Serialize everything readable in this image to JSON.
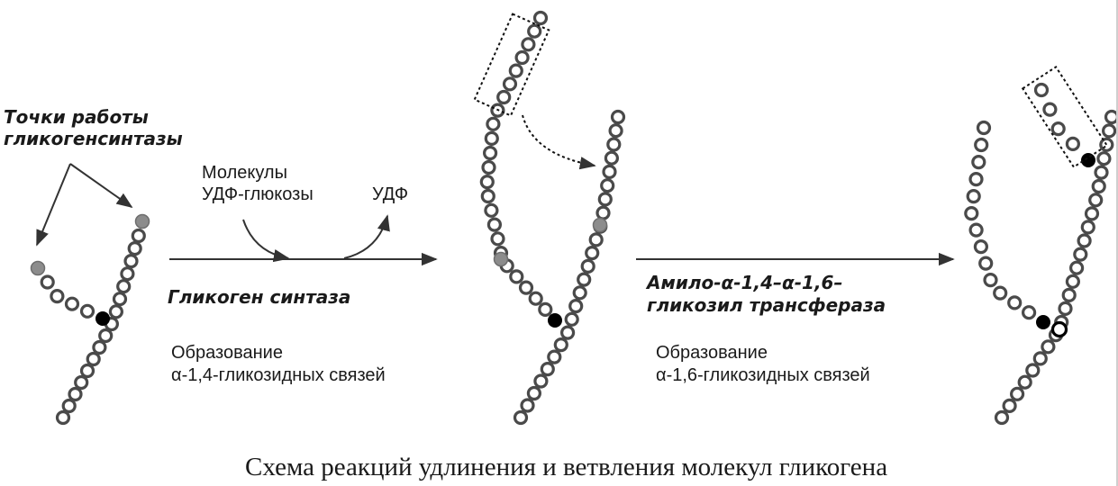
{
  "labels": {
    "sites_line1": "Точки работы",
    "sites_line2": "гликогенсинтазы",
    "udp_glucose_line1": "Молекулы",
    "udp_glucose_line2": "УДФ-глюкозы",
    "udp": "УДФ",
    "enzyme1": "Гликоген синтаза",
    "formation1_line1": "Образование",
    "formation1_line2": "α-1,4-гликозидных связей",
    "enzyme2_line1": "Амило-α-1,4–α-1,6–",
    "enzyme2_line2": "гликозил трансфераза",
    "formation2_line1": "Образование",
    "formation2_line2": "α-1,6-гликозидных связей"
  },
  "caption": "Схема реакций удлинения и ветвления молекул гликогена",
  "colors": {
    "residue": "#4a4a4a",
    "branch_point": "#000000",
    "active_site": "#8c8c8c",
    "new_bond": "#000000",
    "arrow": "#333333",
    "text": "#1a1a1a"
  }
}
